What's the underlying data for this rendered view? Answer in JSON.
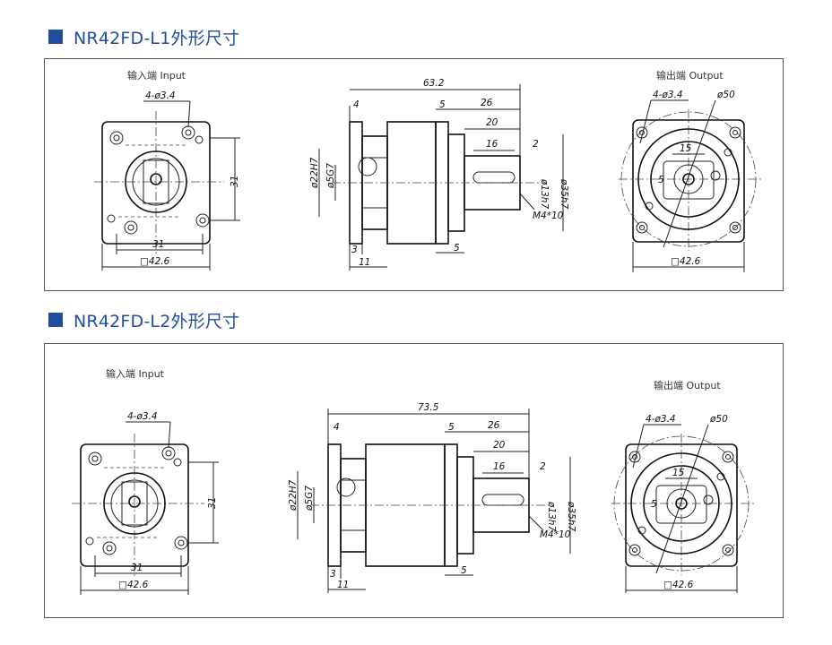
{
  "sections": [
    {
      "title": "NR42FD-L1外形尺寸",
      "input_label": "输入端 Input",
      "output_label": "输出端 Output",
      "input_dims": {
        "holes": "4-ø3.4",
        "width": "31",
        "height": "31",
        "square": "□42.6"
      },
      "side_dims": {
        "overall": "63.2",
        "d4": "4",
        "d5": "5",
        "d26": "26",
        "d20": "20",
        "d16": "16",
        "d2": "2",
        "d22": "ø22H7",
        "d5c": "ø5G7",
        "d13": "ø13h7",
        "d35": "ø35h7",
        "thread": "M4*10",
        "d3": "3",
        "d5b": "5",
        "d11": "11"
      },
      "output_dims": {
        "holes": "4-ø3.4",
        "pcd": "ø50",
        "d15": "15",
        "d5": "5",
        "square": "□42.6"
      }
    },
    {
      "title": "NR42FD-L2外形尺寸",
      "input_label": "输入端 Input",
      "output_label": "输出端 Output",
      "input_dims": {
        "holes": "4-ø3.4",
        "width": "31",
        "height": "31",
        "square": "□42.6"
      },
      "side_dims": {
        "overall": "73.5",
        "d4": "4",
        "d5": "5",
        "d26": "26",
        "d20": "20",
        "d16": "16",
        "d2": "2",
        "d22": "ø22H7",
        "d5c": "ø5G7",
        "d13": "ø13h7",
        "d35": "ø35h7",
        "thread": "M4*10",
        "d3": "3",
        "d5b": "5",
        "d11": "11"
      },
      "output_dims": {
        "holes": "4-ø3.4",
        "pcd": "ø50",
        "d15": "15",
        "d5": "5",
        "square": "□42.6"
      }
    }
  ],
  "colors": {
    "accent": "#1f4e9c",
    "line": "#222222",
    "border": "#555555"
  }
}
